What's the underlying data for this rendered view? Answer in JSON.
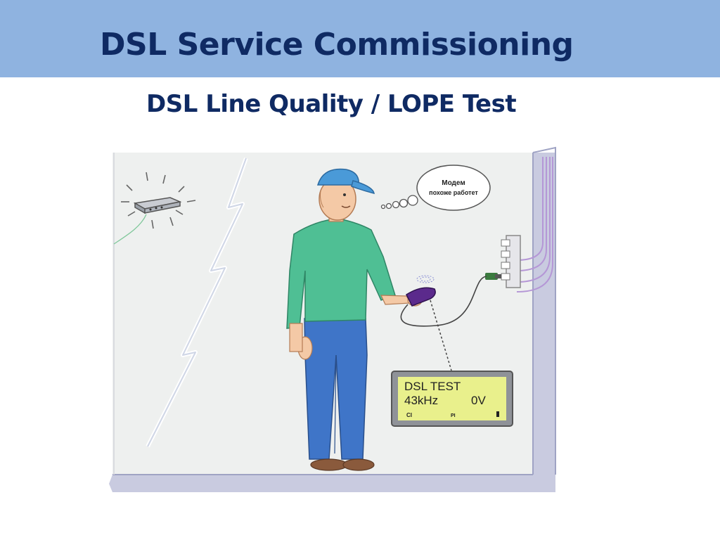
{
  "slide": {
    "title": "DSL Service Commissioning",
    "subtitle": "DSL Line Quality / LOPE Test"
  },
  "illustration": {
    "thought_bubble": {
      "line1": "Модем",
      "line2": "похоже работет"
    },
    "tester_display": {
      "line1": "DSL TEST",
      "frequency": "43kHz",
      "voltage": "0V",
      "indicator_left": "CI",
      "indicator_mid": "PI"
    }
  },
  "colors": {
    "title_band": "#8fb3e0",
    "title_text": "#0f2a63",
    "wall": "#eef0ef",
    "floor": "#c9cbe0",
    "shirt": "#4fbf94",
    "pants": "#3f75c8",
    "cap": "#4a9ad8",
    "lcd": "#e9f08c"
  },
  "icons": [
    "modem-icon",
    "lightning-bolt-icon",
    "technician-figure",
    "thought-bubble",
    "line-tester-device",
    "wall-socket-block",
    "tester-lcd-panel"
  ]
}
